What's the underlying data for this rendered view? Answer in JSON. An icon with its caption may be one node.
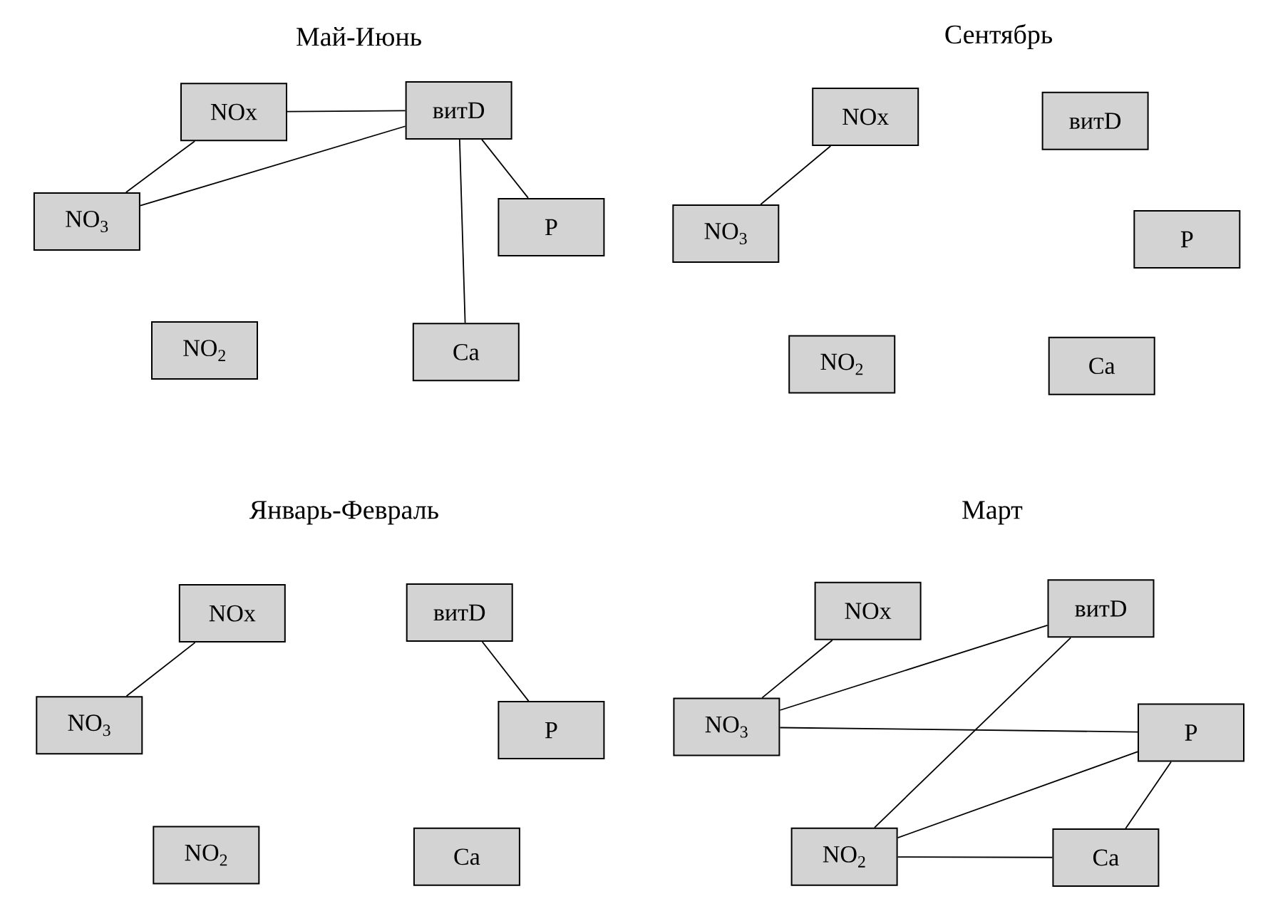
{
  "diagram": {
    "nodes": [
      {
        "text": [
          "NOx"
        ]
      },
      {
        "text": [
          "витD"
        ]
      },
      {
        "text": [
          "NO$_{3}$"
        ]
      },
      {
        "text": [
          "P"
        ]
      },
      {
        "text": [
          "NO$_{2}$"
        ]
      },
      {
        "text": [
          "Ca"
        ]
      },
      {
        "text": [
          "NOx"
        ]
      },
      {
        "text": [
          "витD"
        ]
      },
      {
        "text": [
          "NO$_{3}$"
        ]
      },
      {
        "text": [
          "P"
        ]
      },
      {
        "text": [
          "NO$_{2}$"
        ]
      },
      {
        "text": [
          "Ca"
        ]
      },
      {
        "text": [
          "NOx"
        ]
      },
      {
        "text": [
          "витD"
        ]
      },
      {
        "text": [
          "NO$_{3}$"
        ]
      },
      {
        "text": [
          "P"
        ]
      },
      {
        "text": [
          "NO$_{2}$"
        ]
      },
      {
        "text": [
          "Ca"
        ]
      },
      {
        "text": [
          "NOx"
        ]
      },
      {
        "text": [
          "витD"
        ]
      },
      {
        "text": [
          "NO$_{3}$"
        ]
      },
      {
        "text": [
          "P"
        ]
      },
      {
        "text": [
          "NO$_{2}$"
        ]
      },
      {
        "text": [
          "Ca"
        ]
      }
    ],
    "edges": [
      {
        "from": 0,
        "to": 1,
        "arrow": "none"
      },
      {
        "from": 0,
        "to": 2,
        "arrow": "none"
      },
      {
        "from": 1,
        "to": 2,
        "arrow": "none"
      },
      {
        "from": 1,
        "to": 3,
        "arrow": "none"
      },
      {
        "from": 1,
        "to": 5,
        "arrow": "none"
      },
      {
        "from": 6,
        "to": 8,
        "arrow": "none"
      },
      {
        "from": 12,
        "to": 14,
        "arrow": "none"
      },
      {
        "from": 13,
        "to": 15,
        "arrow": "none"
      },
      {
        "from": 18,
        "to": 20,
        "arrow": "none"
      },
      {
        "from": 19,
        "to": 20,
        "arrow": "none"
      },
      {
        "from": 19,
        "to": 22,
        "arrow": "none"
      },
      {
        "from": 20,
        "to": 21,
        "arrow": "none"
      },
      {
        "from": 21,
        "to": 22,
        "arrow": "none"
      },
      {
        "from": 21,
        "to": 23,
        "arrow": "none"
      },
      {
        "from": 22,
        "to": 23,
        "arrow": "none"
      }
    ],
    "labels": [
      "Май-Июнь",
      "Сентябрь",
      "Январь-Февраль",
      "Март"
    ]
  }
}
